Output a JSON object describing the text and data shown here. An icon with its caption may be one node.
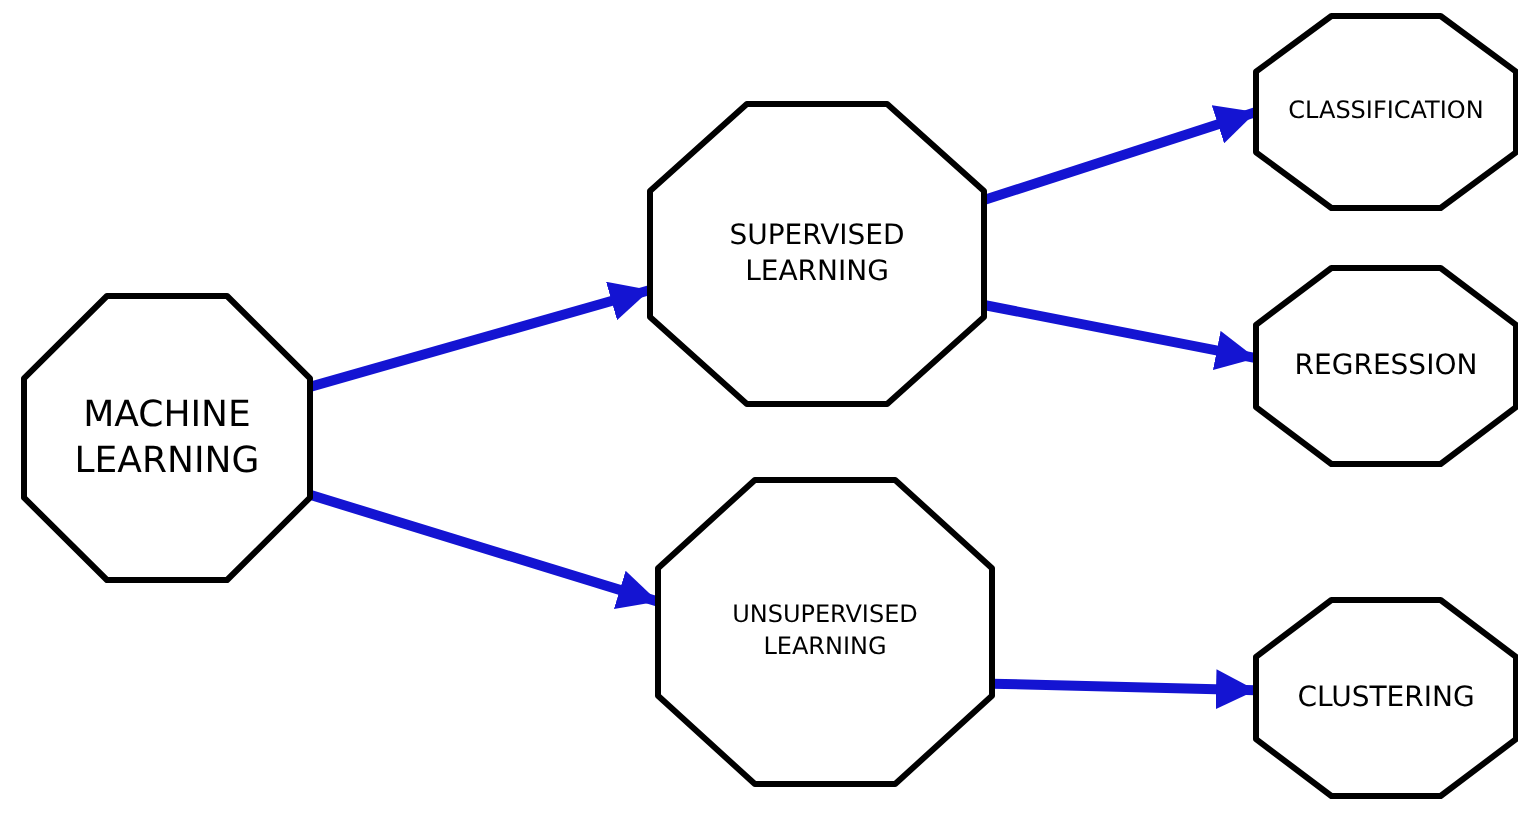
{
  "diagram": {
    "nodes": [
      {
        "text": [
          "MACHINE LEARNING"
        ]
      },
      {
        "text": [
          "SUPERVISED LEARNING"
        ]
      },
      {
        "text": [
          "UNSUPERVISED LEARNING"
        ]
      },
      {
        "text": [
          "CLASSIFICATION"
        ]
      },
      {
        "text": [
          "REGRESSION"
        ]
      },
      {
        "text": [
          "CLUSTERING"
        ]
      }
    ],
    "edges": [
      {
        "from": 0,
        "to": 1,
        "arrow": "to"
      },
      {
        "from": 0,
        "to": 2,
        "arrow": "to"
      },
      {
        "from": 1,
        "to": 3,
        "arrow": "to"
      },
      {
        "from": 1,
        "to": 4,
        "arrow": "to"
      },
      {
        "from": 2,
        "to": 5,
        "arrow": "to"
      }
    ]
  }
}
